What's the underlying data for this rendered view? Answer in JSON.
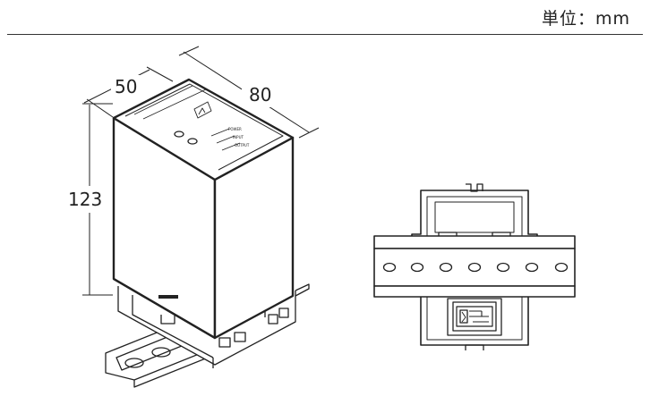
{
  "header": {
    "unit_label": "単位：mm"
  },
  "dimensions": {
    "depth": "50",
    "width": "80",
    "height": "123"
  },
  "panel_labels": {
    "power": "POWER",
    "input": "INPUT",
    "output": "OUTPUT"
  }
}
